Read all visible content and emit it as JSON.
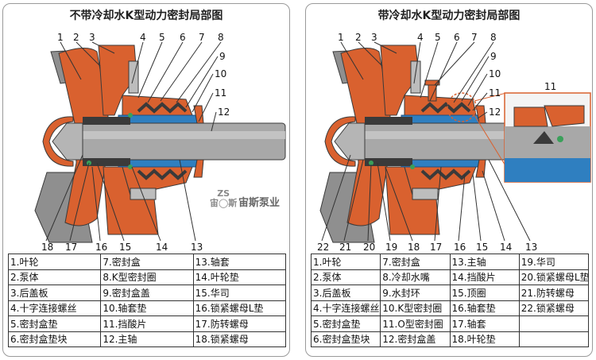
{
  "left": {
    "title": "不带冷却水K型动力密封局部图",
    "callouts_top": [
      "1",
      "2",
      "3",
      "4",
      "5",
      "6",
      "7",
      "8",
      "9",
      "10",
      "11",
      "12"
    ],
    "callouts_bottom": [
      "18",
      "17",
      "16",
      "15",
      "14",
      "13"
    ],
    "legend": [
      [
        "1.叶轮",
        "7.密封盒",
        "13.轴套"
      ],
      [
        "2.泵体",
        "8.K型密封圈",
        "14.叶轮垫"
      ],
      [
        "3.后盖板",
        "9.密封盒盖",
        "15.华司"
      ],
      [
        "4.十字连接螺丝",
        "10.轴套垫",
        "16.锁紧螺母L垫"
      ],
      [
        "5.密封盒垫",
        "11.挡酸片",
        "17.防转螺母"
      ],
      [
        "6.密封盒垫块",
        "12.主轴",
        "18.锁紧螺母"
      ]
    ]
  },
  "right": {
    "title": "带冷却水K型动力密封局部图",
    "callouts_top": [
      "1",
      "2",
      "3",
      "4",
      "5",
      "6",
      "7",
      "8",
      "9",
      "10",
      "11",
      "12"
    ],
    "callouts_bottom": [
      "22",
      "21",
      "20",
      "19",
      "18",
      "17",
      "16",
      "15",
      "14",
      "13"
    ],
    "detail_callout": "11",
    "legend": [
      [
        "1.叶轮",
        "7.密封盒",
        "13.主轴",
        "19.华司"
      ],
      [
        "2.泵体",
        "8.冷却水嘴",
        "14.挡酸片",
        "20.锁紧螺母L垫"
      ],
      [
        "3.后盖板",
        "9.水封环",
        "15.顶圈",
        "21.防转螺母"
      ],
      [
        "4.十字连接螺丝",
        "10.K型密封圈",
        "16.轴套垫",
        "22.锁紧螺母"
      ],
      [
        "5.密封盒垫",
        "11.O型密封圈",
        "17.轴套",
        ""
      ],
      [
        "6.密封盒垫块",
        "12.密封盒盖",
        "18.叶轮垫",
        ""
      ]
    ]
  },
  "watermark": {
    "text": "宙斯泵业",
    "logo_text": "ZS",
    "logo_sub": "宙◯斯"
  },
  "colors": {
    "orange": "#d9612f",
    "gray": "#8f8f8f",
    "shaft": "#a8a8a8",
    "blue": "#2f7fc0",
    "dark": "#3a3a3a",
    "green": "#3aa05a"
  }
}
